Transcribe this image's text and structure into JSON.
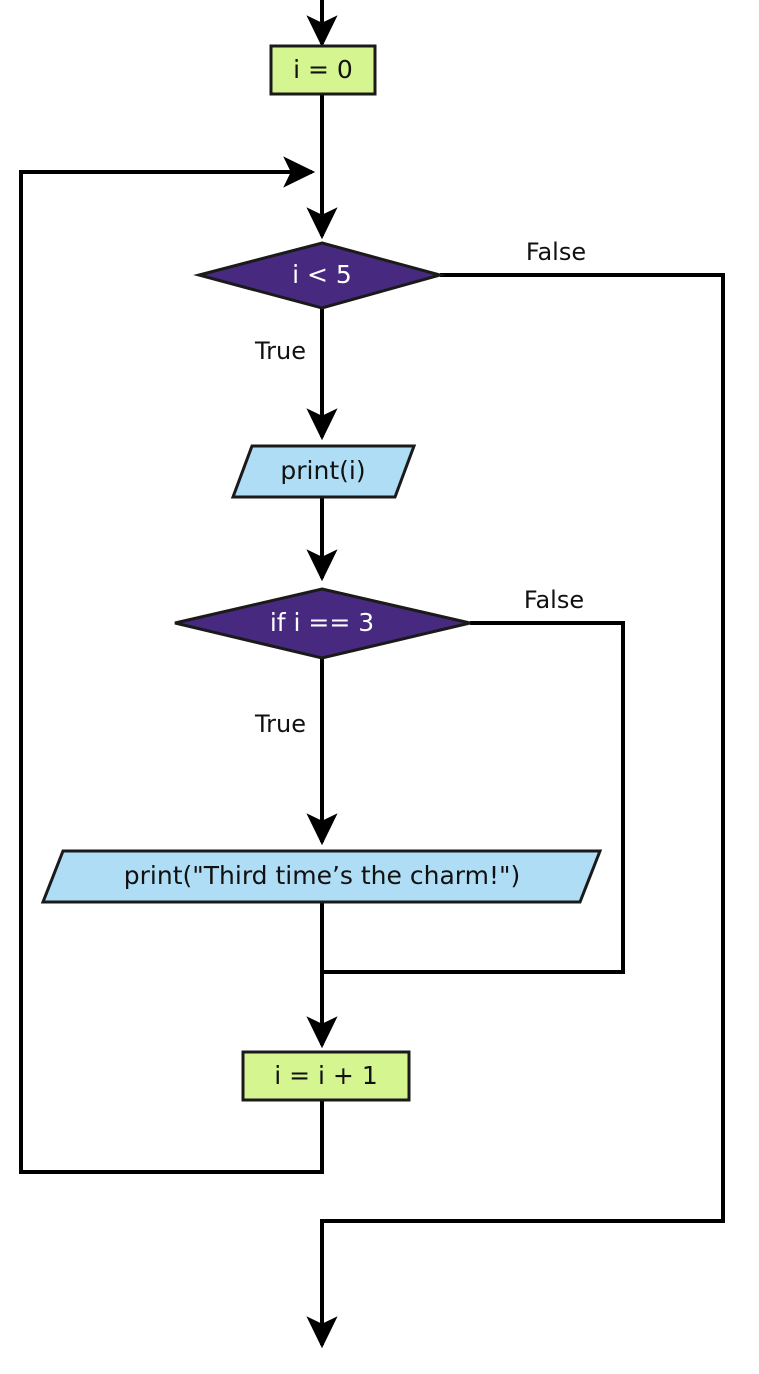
{
  "diagram": {
    "type": "flowchart",
    "title": "for loop with conditional flowchart",
    "colors": {
      "process_fill": "#d4f58f",
      "io_fill": "#aeddf5",
      "decision_fill": "#472a80",
      "outline": "#1a1a1a",
      "connector": "#000000",
      "text_dark": "#111111",
      "text_light": "#ffffff",
      "background": "#ffffff"
    },
    "nodes": [
      {
        "id": "init",
        "shape": "process",
        "label": "i = 0",
        "fill": "#d4f58f",
        "text_color": "#111111"
      },
      {
        "id": "loop_cond",
        "shape": "decision",
        "label": "i < 5",
        "fill": "#472a80",
        "text_color": "#ffffff"
      },
      {
        "id": "print_i",
        "shape": "io",
        "label": "print(i)",
        "fill": "#aeddf5",
        "text_color": "#111111"
      },
      {
        "id": "if_cond",
        "shape": "decision",
        "label": "if i == 3",
        "fill": "#472a80",
        "text_color": "#ffffff"
      },
      {
        "id": "print_charm",
        "shape": "io",
        "label": "print(\"Third time’s the charm!\")",
        "fill": "#aeddf5",
        "text_color": "#111111"
      },
      {
        "id": "increment",
        "shape": "process",
        "label": "i = i + 1",
        "fill": "#d4f58f",
        "text_color": "#111111"
      }
    ],
    "edge_labels": {
      "loop_cond_false": "False",
      "loop_cond_true": "True",
      "if_cond_false": "False",
      "if_cond_true": "True"
    },
    "edges": [
      {
        "from": "entry",
        "to": "init",
        "label": ""
      },
      {
        "from": "init",
        "to": "loop_cond",
        "label": ""
      },
      {
        "from": "loop_cond",
        "to": "print_i",
        "label": "True"
      },
      {
        "from": "loop_cond",
        "to": "exit",
        "label": "False"
      },
      {
        "from": "print_i",
        "to": "if_cond",
        "label": ""
      },
      {
        "from": "if_cond",
        "to": "print_charm",
        "label": "True"
      },
      {
        "from": "if_cond",
        "to": "increment",
        "label": "False"
      },
      {
        "from": "print_charm",
        "to": "increment",
        "label": ""
      },
      {
        "from": "increment",
        "to": "loop_cond",
        "label": ""
      }
    ]
  }
}
